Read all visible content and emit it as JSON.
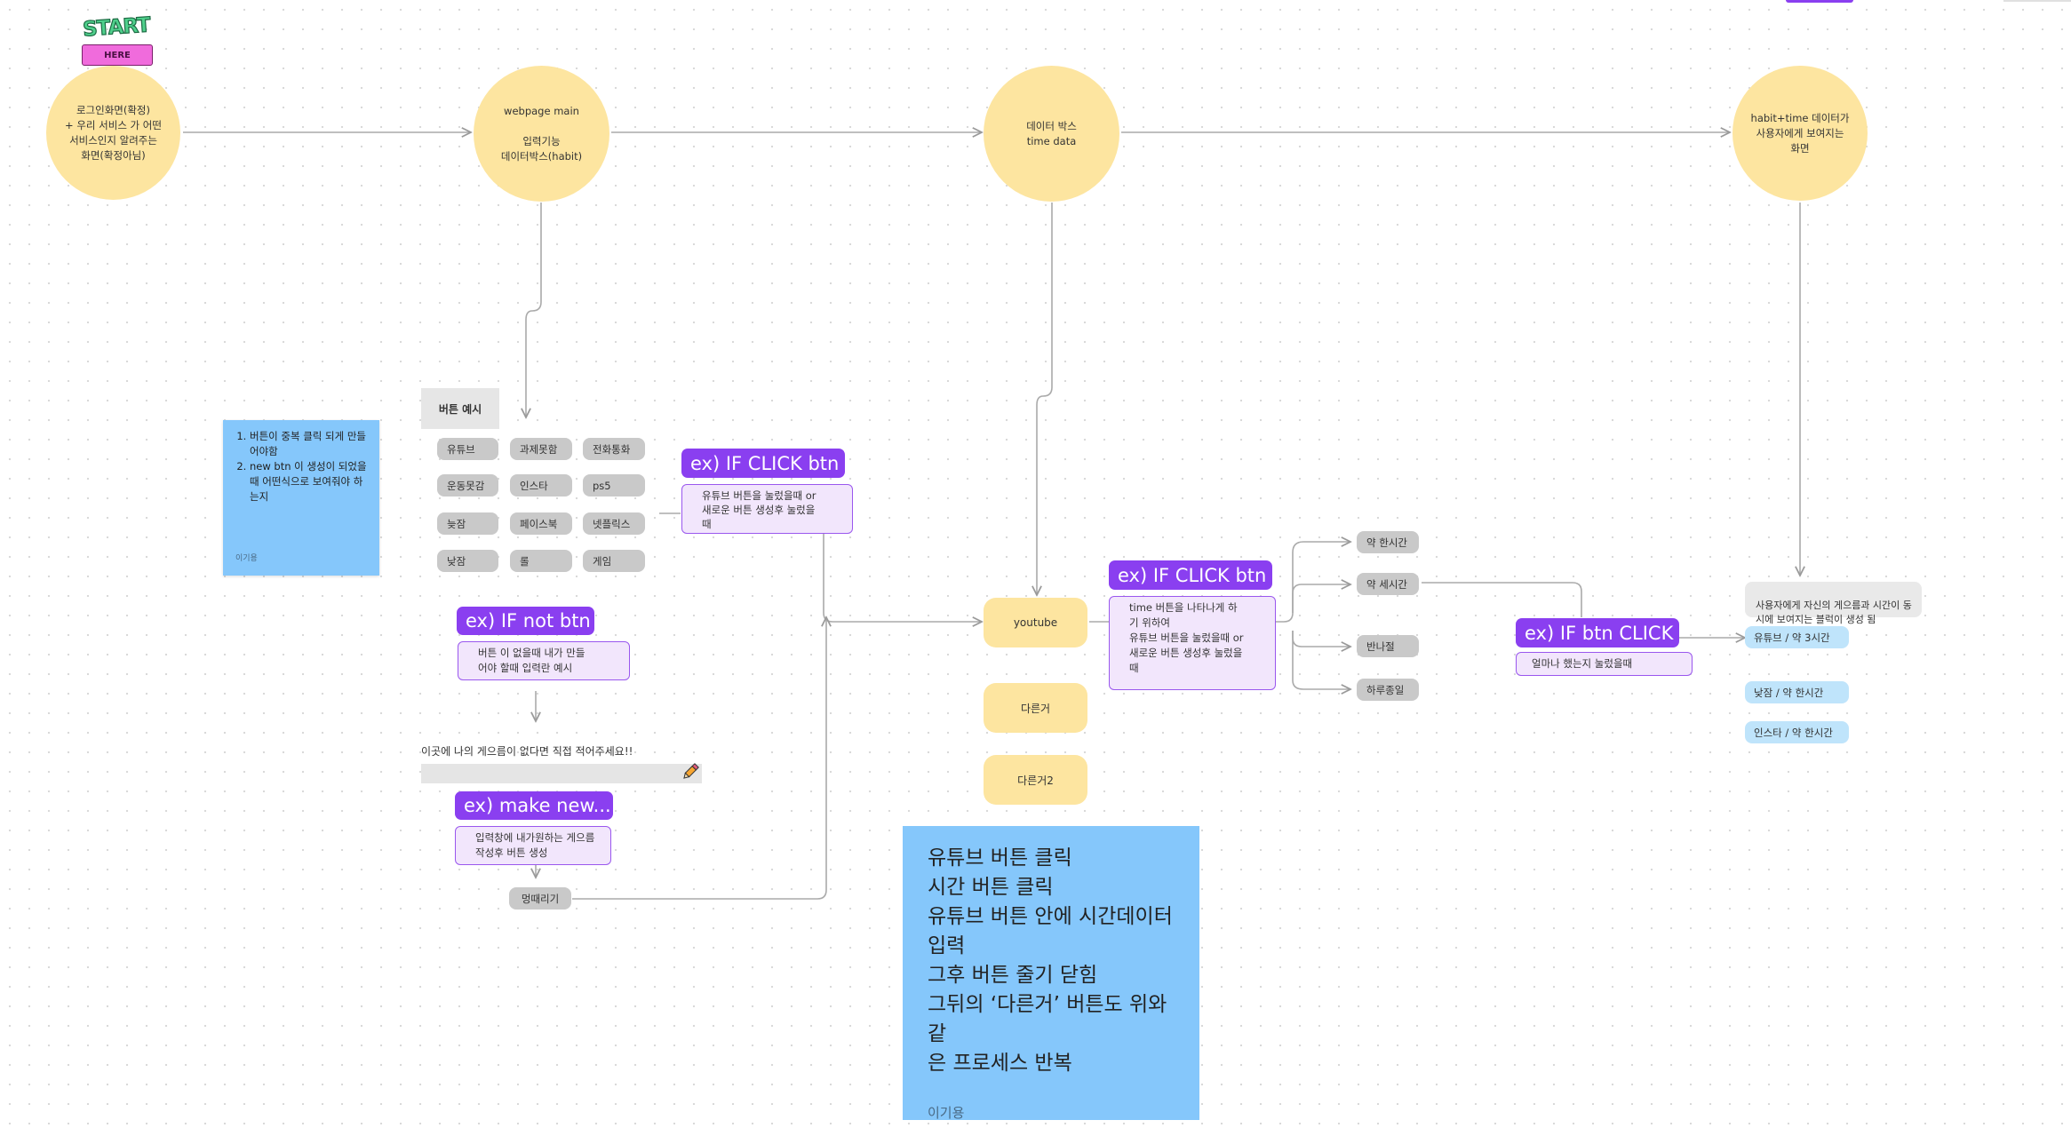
{
  "start_sticker": {
    "top": "START",
    "bottom": "HERE"
  },
  "flow": {
    "node1": "로그인화면(확정)\n+ 우리 서비스 가 어떤\n서비스인지 알려주는\n화면(확정아님)",
    "node2": "webpage main\n\n입력기능\n데이터박스(habit)",
    "node3": "데이터 박스\ntime data",
    "node4": "habit+time 데이터가\n사용자에게 보여지는\n화면"
  },
  "note_small": {
    "items": [
      "버튼이 중복 클릭 되게 만들어야함",
      "new btn 이 생성이 되었을때 어떤식으로 보여줘야 하는지"
    ],
    "author": "이기용"
  },
  "button_examples": {
    "header": "버튼 예시",
    "buttons": [
      "유튜브",
      "과제못함",
      "전화통화",
      "운동못감",
      "인스타",
      "ps5",
      "늦잠",
      "페이스북",
      "넷플릭스",
      "낮잠",
      "롤",
      "게임"
    ]
  },
  "if_not_btn": {
    "title": "ex) IF not btn",
    "body": "버튼 이 없을때 내가 만들\n어야 할때 입력란 예시"
  },
  "input_area": {
    "label": "이곳에 나의 게으름이 없다면 직접 적어주세요!!"
  },
  "make_new": {
    "title": "ex) make new...",
    "body": "입력창에 내가원하는 게으름\n작성후 버튼 생성"
  },
  "result_btn": "멍때리기",
  "if_click_1": {
    "title": "ex) IF CLICK btn",
    "body": "유튜브 버튼을 눌렀을때 or\n새로운 버튼 생성후 눌렀을\n때"
  },
  "yellow_pills": [
    "youtube",
    "다른거",
    "다른거2"
  ],
  "if_click_2": {
    "title": "ex) IF CLICK btn",
    "body": "time 버튼을 나타나게 하\n기 위하여\n유튜브 버튼을 눌렀을때 or\n새로운 버튼 생성후 눌렀을\n때"
  },
  "time_buttons": [
    "약 한시간",
    "약 세시간",
    "반나절",
    "하루종일"
  ],
  "if_btn_click": {
    "title": "ex) IF btn CLICK",
    "body": "얼마나 했는지 눌렀을때"
  },
  "result_panel": {
    "header": "사용자에게 자신의 게으름과 시간이 동\n시에 보여지는 블럭이 생성 됨",
    "items": [
      "유튜브 / 약 3시간",
      "낮잠 / 약 한시간",
      "인스타 / 약 한시간"
    ]
  },
  "note_big": {
    "lines": [
      "유튜브 버튼 클릭",
      "시간 버튼 클릭",
      "유튜브 버튼 안에 시간데이터",
      "입력",
      "그후 버튼 줄기 닫힘",
      "그뒤의 ‘다른거’ 버튼도 위와같",
      "은 프로세스 반복"
    ],
    "author": "이기용"
  },
  "colors": {
    "flow_node": "#fde5a0",
    "purple": "#8a3ff0",
    "purple_box": "#f2e6fc",
    "sticky_blue": "#85c7fb",
    "result_blue": "#bfe4fb",
    "chip_gray": "#c9c9c9"
  },
  "icons": [
    "pencil-icon",
    "start-here-sticker"
  ]
}
